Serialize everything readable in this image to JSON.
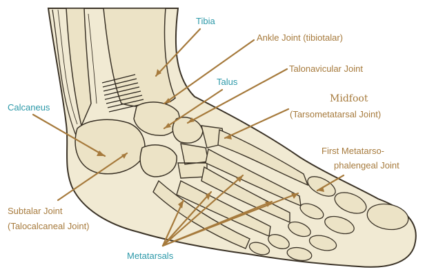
{
  "labels": {
    "tibia": "Tibia",
    "ankle_joint": "Ankle Joint (tibiotalar)",
    "talonavicular_joint": "Talonavicular Joint",
    "talus": "Talus",
    "calcaneus": "Calcaneus",
    "midfoot_title": "Midfoot",
    "midfoot_subtitle": "(Tarsometatarsal Joint)",
    "first_mtp_line1": "First Metatarso-",
    "first_mtp_line2": "phalengeal Joint",
    "subtalar_line1": "Subtalar Joint",
    "subtalar_line2": "(Talocalcaneal Joint)",
    "metatarsals": "Metatarsals"
  },
  "colors": {
    "bone_label": "#2b98a8",
    "joint_label": "#a67a3c",
    "pointer_line": "#a67a3c",
    "skin_fill": "#f1ead3",
    "bone_fill": "#ece3c6",
    "outline": "#3a3226"
  }
}
